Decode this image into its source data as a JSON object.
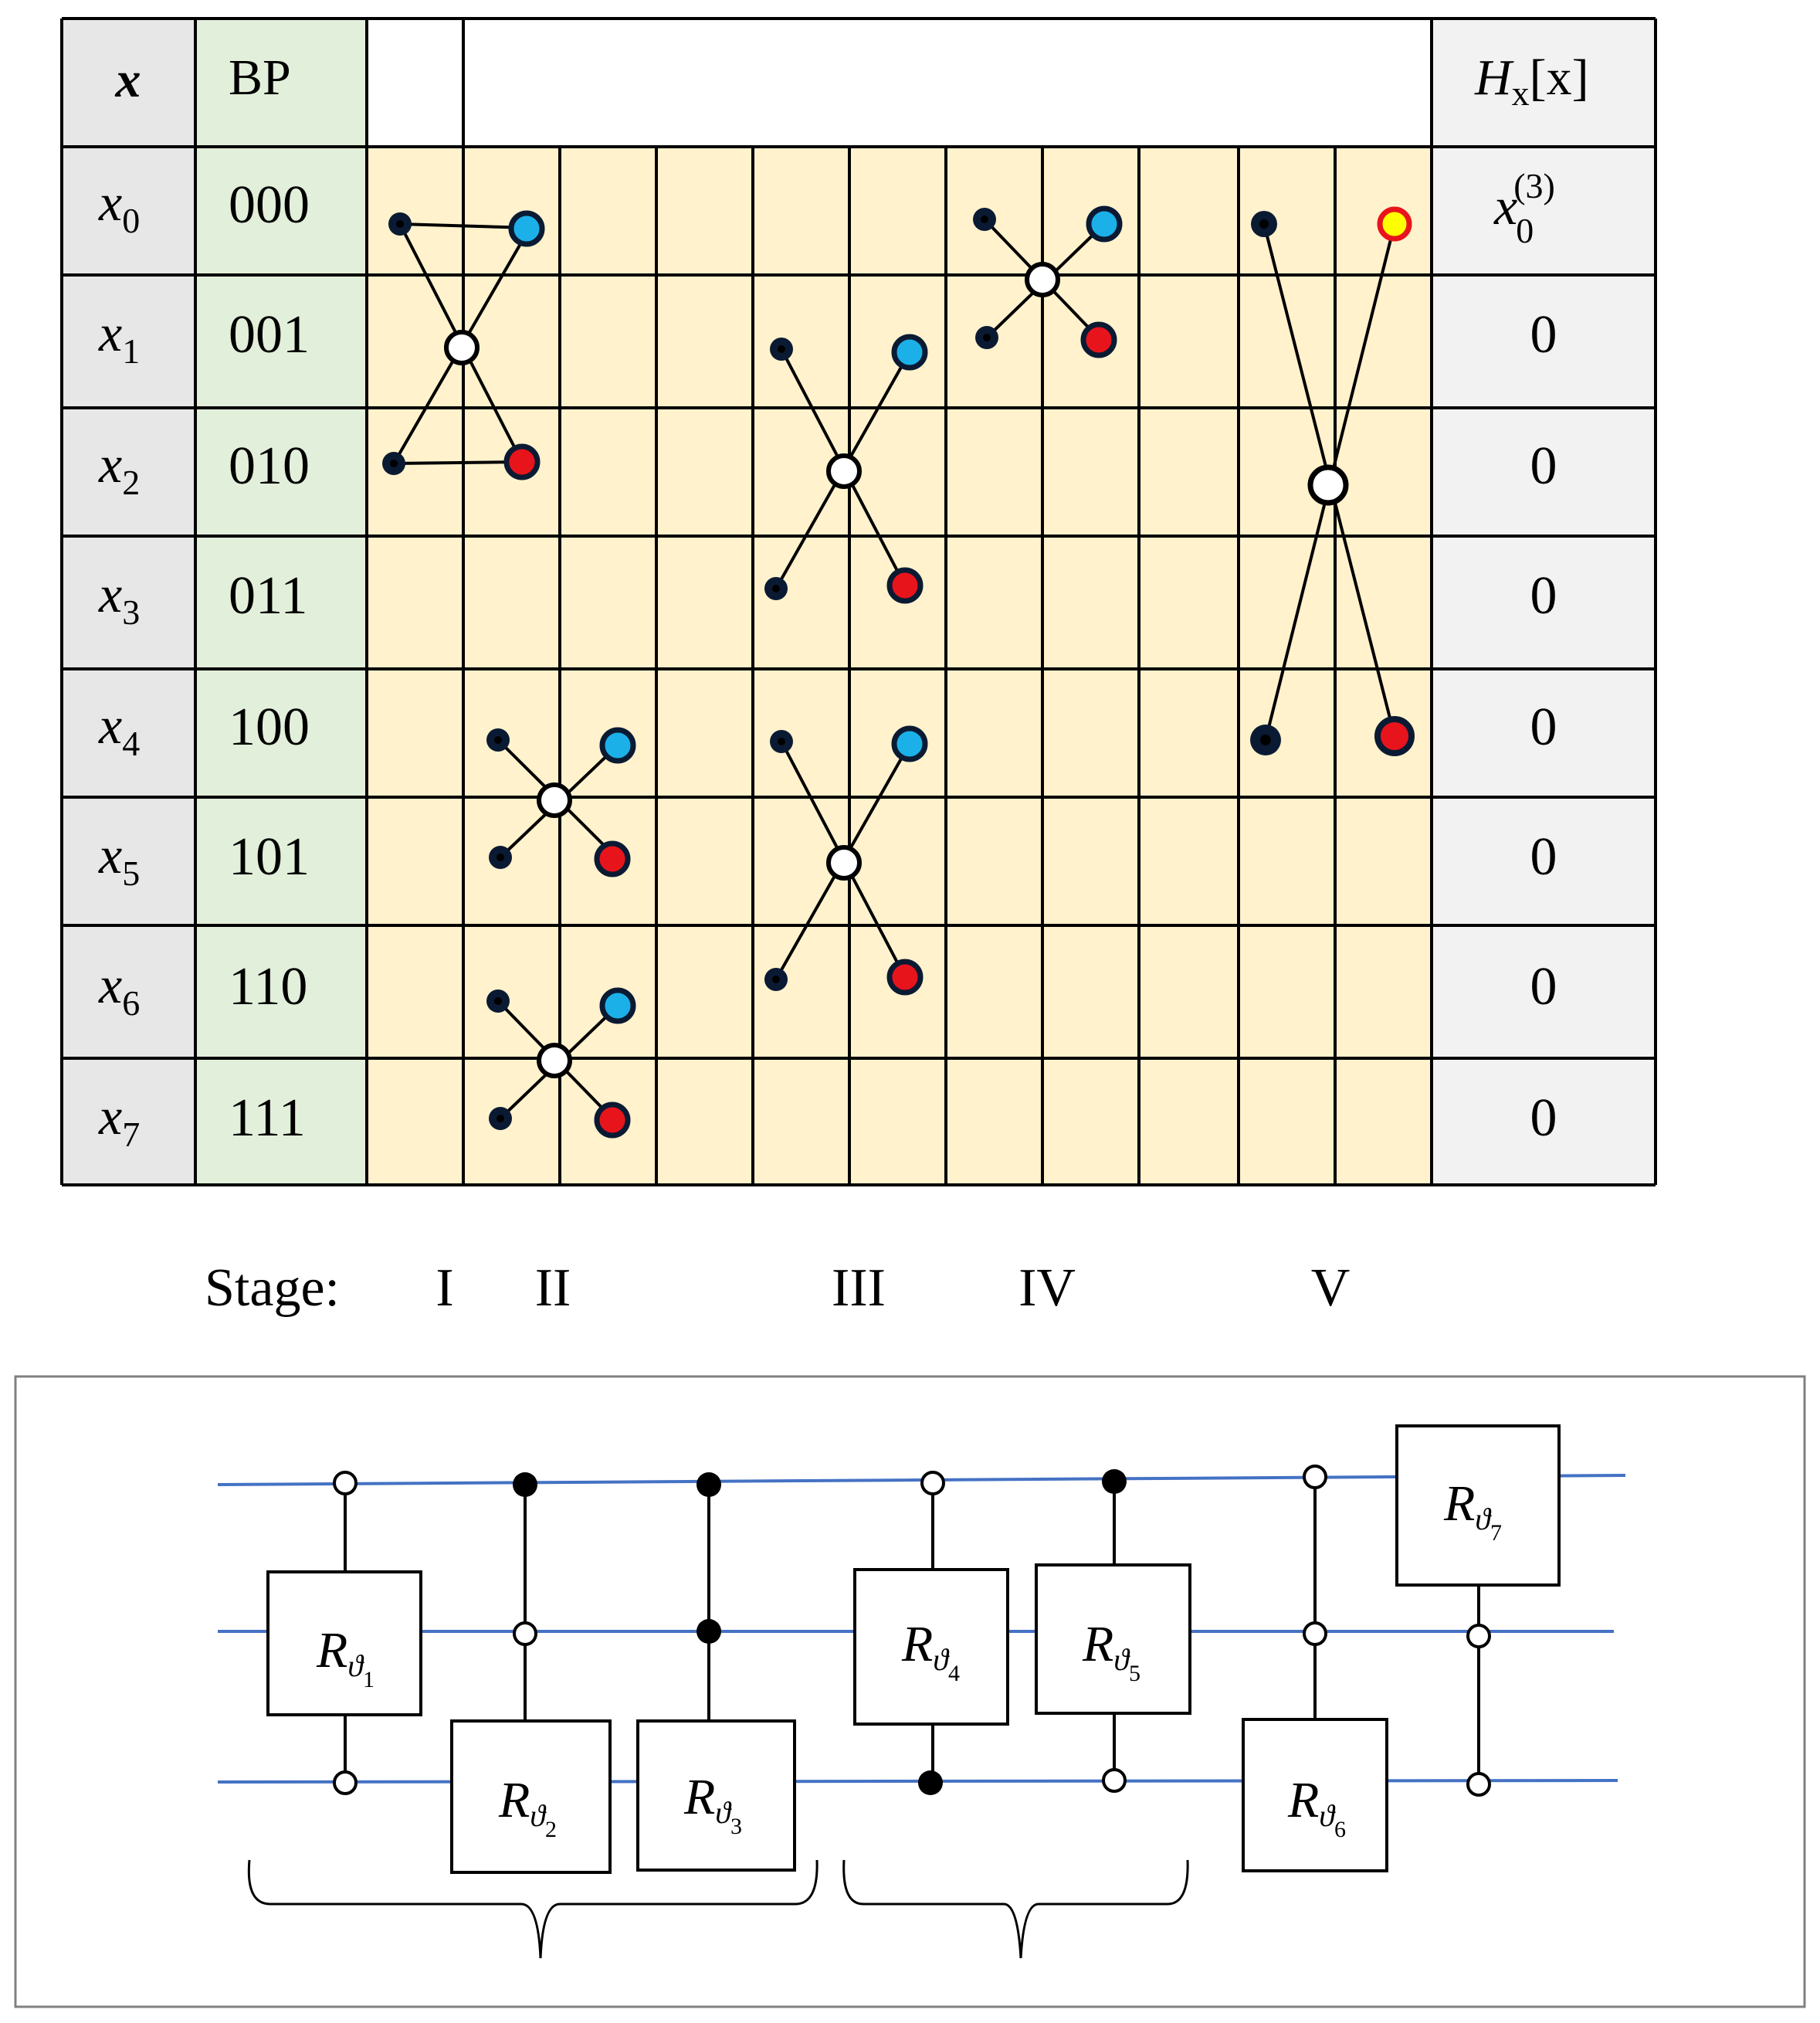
{
  "table": {
    "col_x_header": "x",
    "col_bp_header": "BP",
    "col_h_header_main": "H",
    "col_h_header_sub": "x",
    "col_h_header_arg": "[x]",
    "rows": [
      {
        "x_main": "x",
        "x_sub": "0",
        "bp": "000",
        "h": "",
        "h_main": "x",
        "h_sub": "0",
        "h_sup": "(3)"
      },
      {
        "x_main": "x",
        "x_sub": "1",
        "bp": "001",
        "h": "0"
      },
      {
        "x_main": "x",
        "x_sub": "2",
        "bp": "010",
        "h": "0"
      },
      {
        "x_main": "x",
        "x_sub": "3",
        "bp": "011",
        "h": "0"
      },
      {
        "x_main": "x",
        "x_sub": "4",
        "bp": "100",
        "h": "0"
      },
      {
        "x_main": "x",
        "x_sub": "5",
        "bp": "101",
        "h": "0"
      },
      {
        "x_main": "x",
        "x_sub": "6",
        "bp": "110",
        "h": "0"
      },
      {
        "x_main": "x",
        "x_sub": "7",
        "bp": "111",
        "h": "0"
      }
    ]
  },
  "stages": {
    "label": "Stage:",
    "names": [
      "I",
      "II",
      "III",
      "IV",
      "V"
    ]
  },
  "butterflies": [
    {
      "stage": "I",
      "center_row": 1.0,
      "rows": [
        "x0-x2"
      ]
    },
    {
      "stage": "II",
      "rows": [
        "x4-x5",
        "x6-x7"
      ]
    },
    {
      "stage": "III",
      "rows": [
        "x1-x3",
        "x4-x6"
      ]
    },
    {
      "stage": "IV",
      "rows": [
        "x0-x1"
      ]
    },
    {
      "stage": "V",
      "rows": [
        "x0-x4"
      ]
    }
  ],
  "circuit": {
    "gates": [
      {
        "main": "R",
        "sub": "ϑ",
        "subsub": "1"
      },
      {
        "main": "R",
        "sub": "ϑ",
        "subsub": "2"
      },
      {
        "main": "R",
        "sub": "ϑ",
        "subsub": "3"
      },
      {
        "main": "R",
        "sub": "ϑ",
        "subsub": "4"
      },
      {
        "main": "R",
        "sub": "ϑ",
        "subsub": "5"
      },
      {
        "main": "R",
        "sub": "ϑ",
        "subsub": "6"
      },
      {
        "main": "R",
        "sub": "ϑ",
        "subsub": "7"
      }
    ]
  },
  "colors": {
    "x_column": "#e7e7e7",
    "bp_column": "#e2efda",
    "stage_area": "#fff2cc",
    "h_column": "#f2f2f2",
    "node_dark": "#0b1a33",
    "output_blue": "#1cb0e8",
    "output_red": "#e8141c",
    "output_yellow": "#ffff00",
    "wire_blue": "#4472c4"
  }
}
